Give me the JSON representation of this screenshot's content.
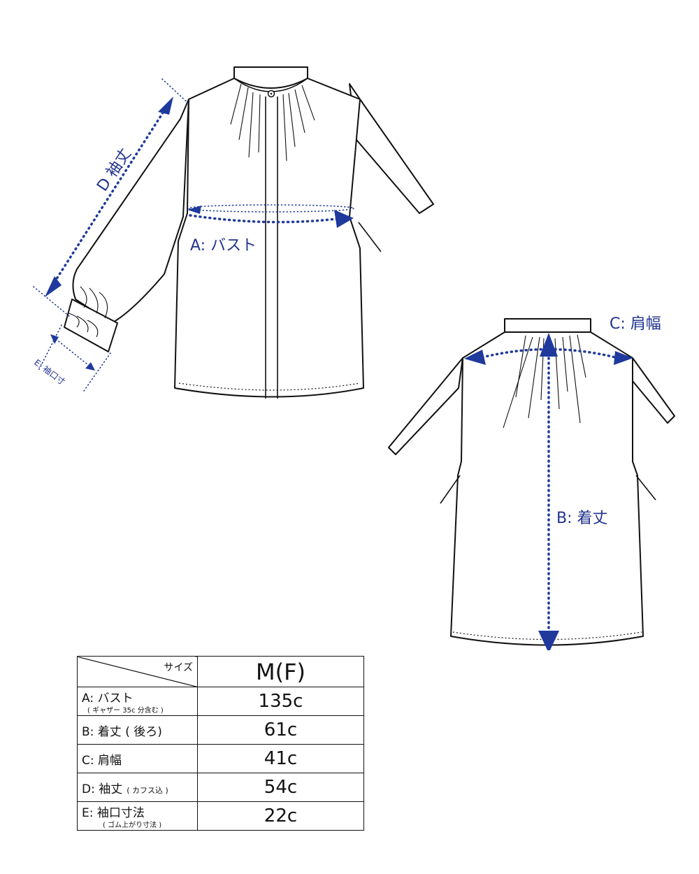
{
  "labels": {
    "bust": "A: バスト",
    "length": "B: 着丈",
    "shoulder": "C: 肩幅",
    "sleeve": "D 袖丈",
    "cuff": "E: 袖口寸"
  },
  "table": {
    "size_header": "サイズ",
    "size_value": "M(F)",
    "rows": [
      {
        "label": "A: バスト",
        "note": "( ギャザー 35c 分含む )",
        "value": "135c"
      },
      {
        "label": "B: 着丈 ( 後ろ)",
        "note": "",
        "value": "61c"
      },
      {
        "label": "C: 肩幅",
        "note": "",
        "value": "41c"
      },
      {
        "label": "D: 袖丈",
        "note": "( カフス込 )",
        "value": "54c"
      },
      {
        "label": "E: 袖口寸法",
        "note": "( ゴム上がり寸法 )",
        "value": "22c"
      }
    ]
  },
  "colors": {
    "measure": "#1f3a9c",
    "outline": "#111111"
  },
  "icons": [
    "button-icon",
    "arrow-head-icon"
  ]
}
